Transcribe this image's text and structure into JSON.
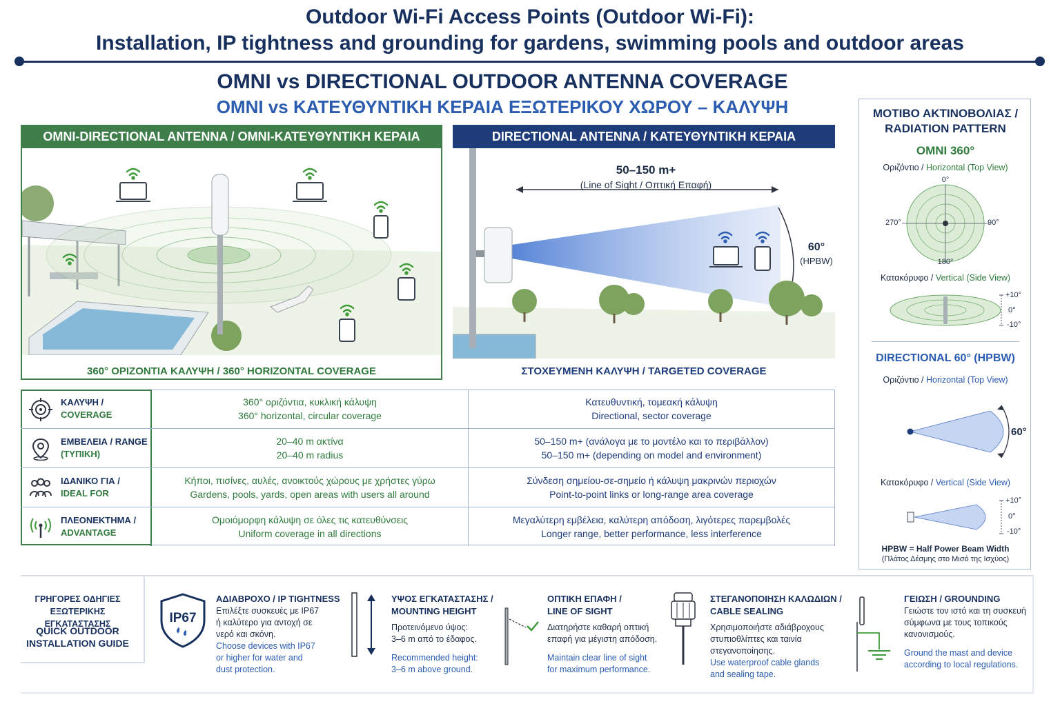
{
  "header": {
    "title_line1": "Outdoor Wi-Fi Access Points (Outdoor Wi-Fi):",
    "title_line2": "Installation, IP tightness and grounding for gardens, swimming pools and outdoor areas"
  },
  "section": {
    "title": "OMNI vs DIRECTIONAL OUTDOOR ANTENNA COVERAGE",
    "subtitle": "ΟΜΝΙ vs ΚΑΤΕΥΘΥΝΤΙΚΗ ΚΕΡΑΙΑ ΕΞΩΤΕΡΙΚΟΥ ΧΩΡΟΥ – ΚΑΛΥΨΗ"
  },
  "omni_panel": {
    "header": "OMNI-DIRECTIONAL ANTENNA / ΟΜΝΙ-ΚΑΤΕΥΘΥΝΤΙΚΗ ΚΕΡΑΙΑ",
    "caption": "360° ΟΡΙΖΟΝΤΙΑ ΚΑΛΥΨΗ / 360° HORIZONTAL COVERAGE"
  },
  "directional_panel": {
    "header": "DIRECTIONAL ANTENNA / ΚΑΤΕΥΘΥΝΤΙΚΗ ΚΕΡΑΙΑ",
    "range": "50–150 m+",
    "range_note": "(Line of Sight / Οπτική Επαφή)",
    "angle": "60°",
    "angle_note": "(HPBW)",
    "caption": "ΣΤΟΧΕΥΜΕΝΗ ΚΑΛΥΨΗ / TARGETED COVERAGE"
  },
  "comparison": {
    "rows": [
      {
        "icon": "target-icon",
        "label_gr": "ΚΑΛΥΨΗ /",
        "label_en": "COVERAGE",
        "omni_gr": "360° οριζόντια, κυκλική κάλυψη",
        "omni_en": "360° horizontal, circular coverage",
        "dir_gr": "Κατευθυντική, τομεακή κάλυψη",
        "dir_en": "Directional, sector coverage"
      },
      {
        "icon": "location-pin-icon",
        "label_gr": "ΕΜΒΕΛΕΙΑ / RANGE",
        "label_en": "(ΤΥΠΙΚΗ)",
        "omni_gr": "20–40 m ακτίνα",
        "omni_en": "20–40 m radius",
        "dir_gr": "50–150 m+ (ανάλογα με το μοντέλο και το περιβάλλον)",
        "dir_en": "50–150 m+ (depending on model and environment)"
      },
      {
        "icon": "users-icon",
        "label_gr": "ΙΔΑΝΙΚΟ ΓΙΑ /",
        "label_en": "IDEAL FOR",
        "omni_gr": "Κήποι, πισίνες, αυλές, ανοικτούς χώρους με χρήστες γύρω",
        "omni_en": "Gardens, pools, yards, open areas with users all around",
        "dir_gr": "Σύνδεση σημείου-σε-σημείο ή κάλυψη μακρινών περιοχών",
        "dir_en": "Point-to-point links or long-range area coverage"
      },
      {
        "icon": "antenna-signal-icon",
        "label_gr": "ΠΛΕΟΝΕΚΤΗΜΑ /",
        "label_en": "ADVANTAGE",
        "omni_gr": "Ομοιόμορφη κάλυψη σε όλες τις κατευθύνσεις",
        "omni_en": "Uniform coverage in all directions",
        "dir_gr": "Μεγαλύτερη εμβέλεια, καλύτερη απόδοση, λιγότερες παρεμβολές",
        "dir_en": "Longer range, better performance, less interference"
      }
    ]
  },
  "radiation": {
    "title_line1": "ΜΟΤΙΒΟ ΑΚΤΙΝΟΒΟΛΙΑΣ /",
    "title_line2": "RADIATION PATTERN",
    "omni_title": "OMNI 360°",
    "horiz_gr": "Οριζόντιο /",
    "horiz_en": "Horizontal",
    "top_view": "(Top View)",
    "deg_0": "0°",
    "deg_90": "90°",
    "deg_180": "180°",
    "deg_270": "270°",
    "vert_gr": "Κατακόρυφο /",
    "vert_en": "Vertical",
    "side_view": "(Side View)",
    "tick_plus": "+10°",
    "tick_zero": "0°",
    "tick_minus": "-10°",
    "dir_title": "DIRECTIONAL 60° (HPBW)",
    "dir_angle": "60°",
    "hpbw_note": "HPBW = Half Power Beam Width",
    "hpbw_note_gr": "(Πλάτος Δέσμης στο Μισό της Ισχύος)"
  },
  "guide": {
    "intro_gr_line1": "ΓΡΗΓΟΡΕΣ ΟΔΗΓΙΕΣ",
    "intro_gr_line2": "ΕΞΩΤΕΡΙΚΗΣ ΕΓΚΑΤΑΣΤΑΣΗΣ",
    "intro_en_line1": "QUICK OUTDOOR",
    "intro_en_line2": "INSTALLATION GUIDE",
    "ip_badge": "IP67",
    "items": [
      {
        "title1": "ΑΔΙΑΒΡΟΧΟ / IP TIGHTNESS",
        "title2": "",
        "gr1": "Επιλέξτε συσκευές με IP67",
        "gr2": "ή καλύτερο για αντοχή σε",
        "gr3": "νερό και σκόνη.",
        "en1": "Choose devices with IP67",
        "en2": "or higher for water and",
        "en3": "dust protection."
      },
      {
        "title1": "ΥΨΟΣ ΕΓΚΑΤΑΣΤΑΣΗΣ /",
        "title2": "MOUNTING HEIGHT",
        "gr1": "Προτεινόμενο ύψος:",
        "gr2": "3–6 m από το έδαφος.",
        "gr3": "",
        "en1": "Recommended height:",
        "en2": "3–6 m above ground.",
        "en3": ""
      },
      {
        "title1": "ΟΠΤΙΚΗ ΕΠΑΦΗ /",
        "title2": "LINE OF SIGHT",
        "gr1": "Διατηρήστε καθαρή οπτική",
        "gr2": "επαφή για μέγιστη απόδοση.",
        "gr3": "",
        "en1": "Maintain clear line of sight",
        "en2": "for maximum performance.",
        "en3": ""
      },
      {
        "title1": "ΣΤΕΓΑΝΟΠΟΙΗΣΗ ΚΑΛΩΔΙΩΝ /",
        "title2": "CABLE SEALING",
        "gr1": "Χρησιμοποιήστε αδιάβροχους",
        "gr2": "στυπιοθλίπτες και ταινία",
        "gr3": "στεγανοποίησης.",
        "en1": "Use waterproof cable glands",
        "en2": "and sealing tape.",
        "en3": ""
      },
      {
        "title1": "ΓΕΙΩΣΗ / GROUNDING",
        "title2": "",
        "gr1": "Γειώστε τον ιστό και τη συσκευή",
        "gr2": "σύμφωνα με τους τοπικούς",
        "gr3": "κανονισμούς.",
        "en1": "Ground the mast and device",
        "en2": "according to local regulations.",
        "en3": ""
      }
    ]
  },
  "colors": {
    "navy": "#17305e",
    "blue": "#2b5cb0",
    "green": "#3f7e4a"
  }
}
